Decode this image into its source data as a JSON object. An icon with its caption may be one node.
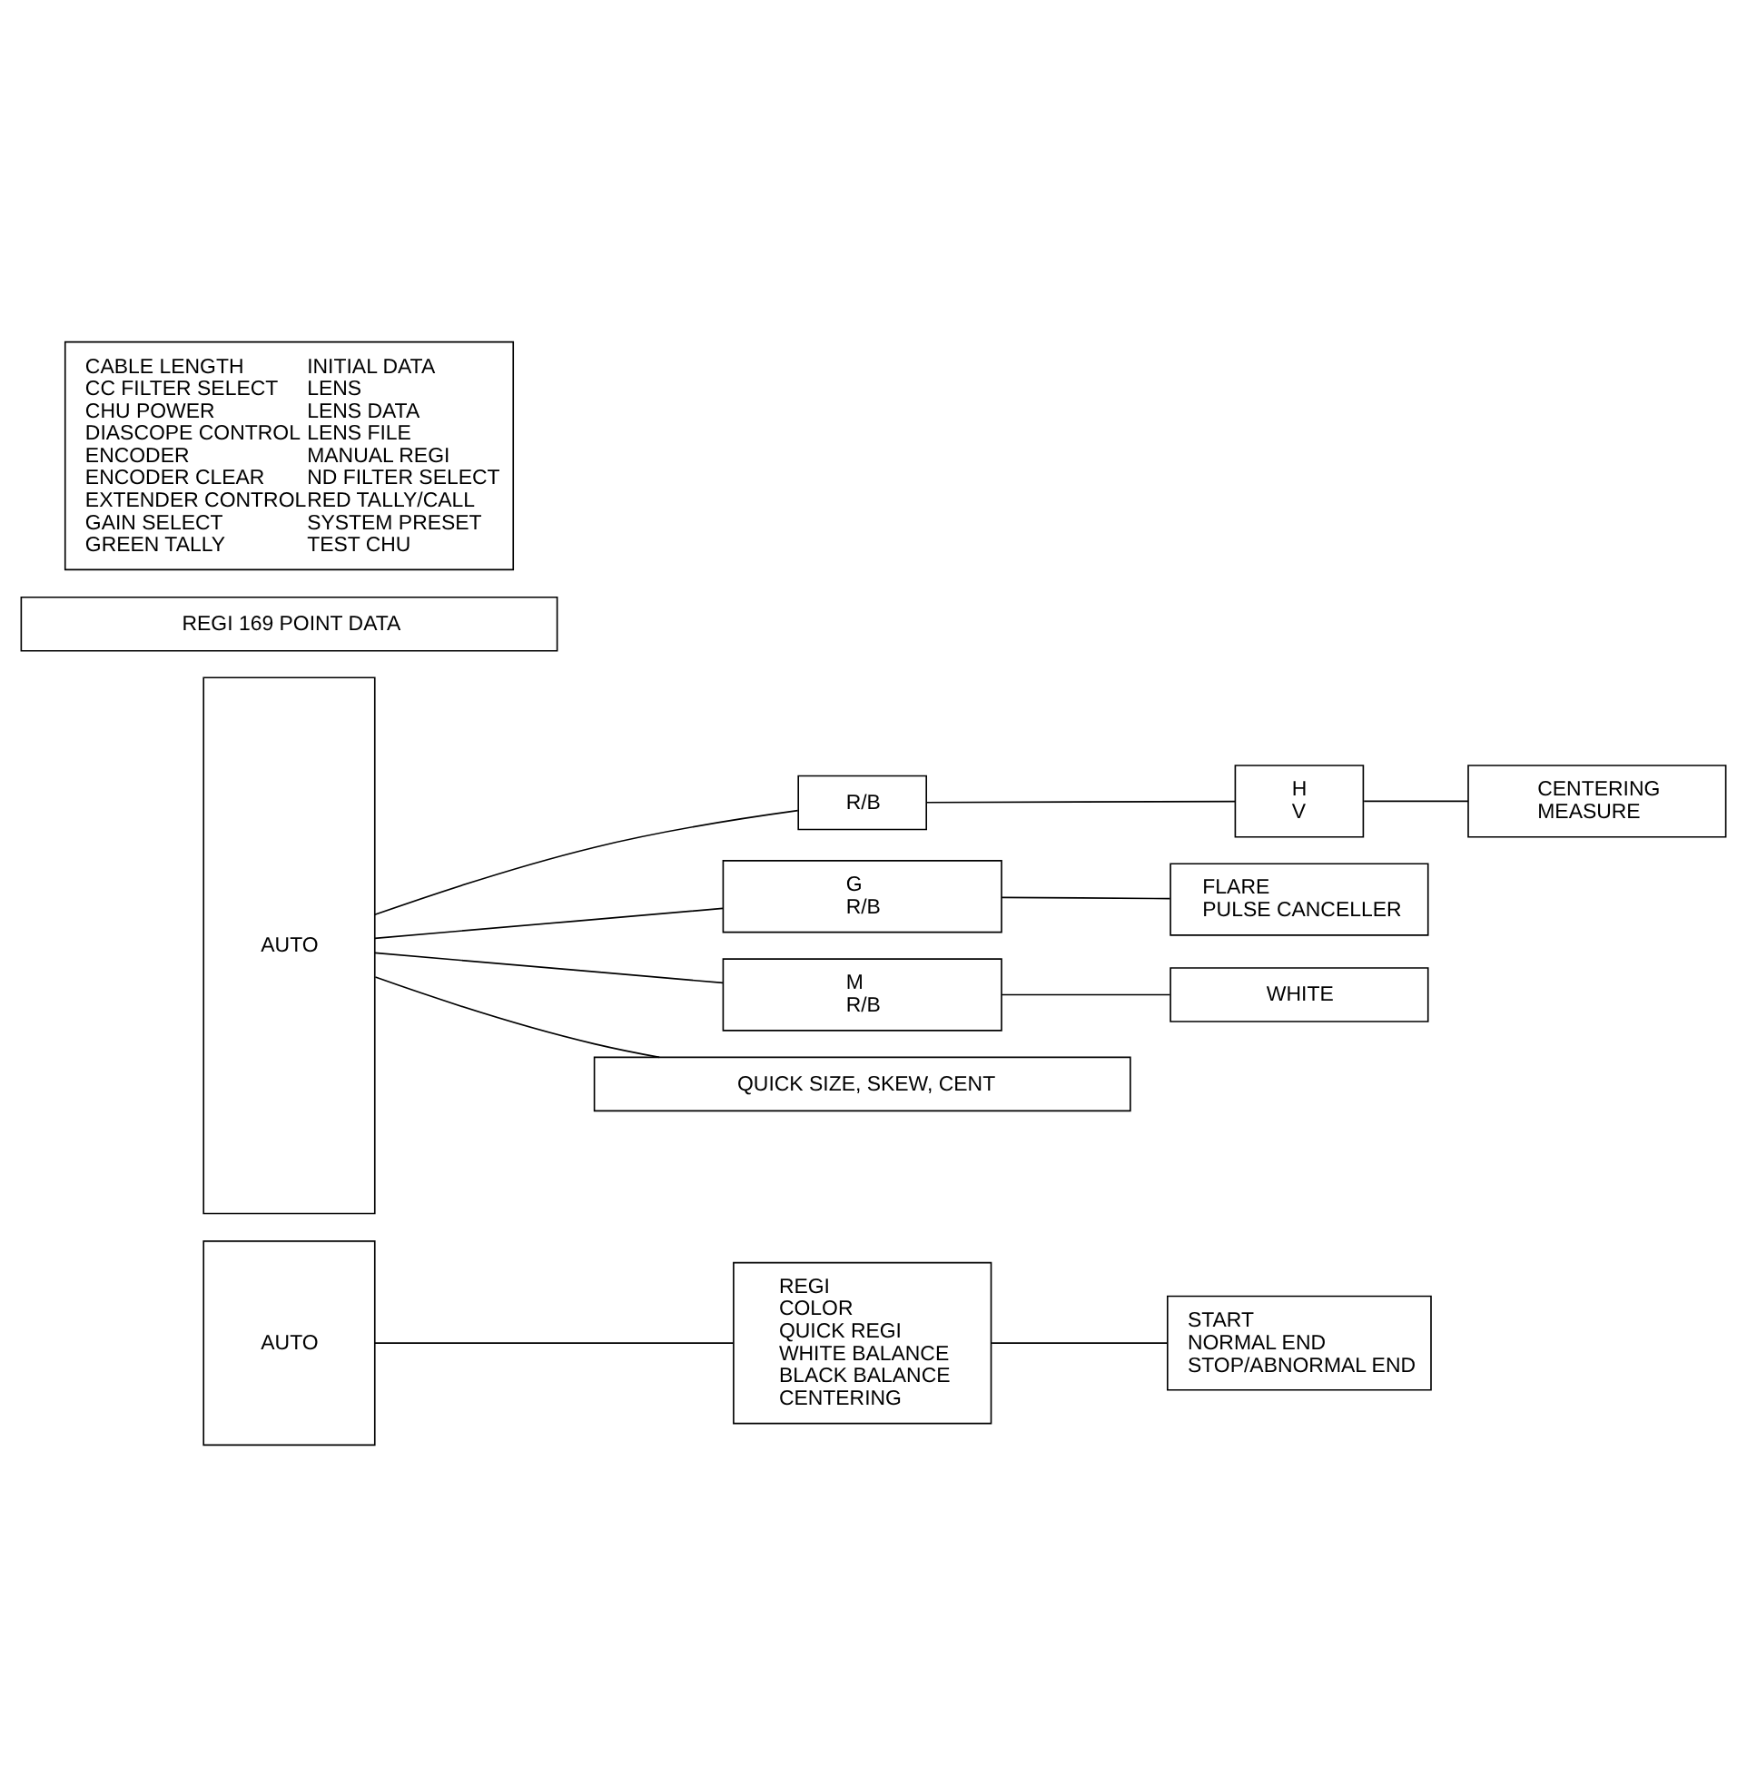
{
  "diagram": {
    "nodes": [
      {
        "text": [
          "AUTO"
        ]
      },
      {
        "text": [
          "REGI",
          "COLOR",
          "QUICK REGI",
          "WHITE BALANCE",
          "BLACK BALANCE",
          "CENTERING"
        ]
      },
      {
        "text": [
          "START",
          "NORMAL END",
          "STOP/ABNORMAL END"
        ]
      },
      {
        "text": [
          "AUTO"
        ]
      },
      {
        "text": [
          "R/B"
        ]
      },
      {
        "text": [
          "H",
          "V"
        ]
      },
      {
        "text": [
          "CENTERING",
          "MEASURE"
        ]
      },
      {
        "text": [
          "G",
          "R/B"
        ]
      },
      {
        "text": [
          "FLARE",
          "PULSE CANCELLER"
        ]
      },
      {
        "text": [
          "M",
          "R/B"
        ]
      },
      {
        "text": [
          "WHITE"
        ]
      },
      {
        "text": [
          "QUICK SIZE, SKEW, CENT"
        ]
      },
      {
        "text": [
          "REGI 169 POINT DATA"
        ]
      },
      {
        "text": [
          "CABLE LENGTH",
          "CC FILTER SELECT",
          "CHU POWER",
          "DIASCOPE CONTROL",
          "ENCODER",
          "ENCODER CLEAR",
          "EXTENDER CONTROL",
          "GAIN SELECT",
          "GREEN TALLY",
          "INITIAL DATA",
          "LENS",
          "LENS DATA",
          "LENS FILE",
          "MANUAL REGI",
          "ND FILTER SELECT",
          "RED TALLY/CALL",
          "SYSTEM PRESET",
          "TEST CHU"
        ]
      }
    ],
    "edges": [
      {
        "from": 0,
        "to": 1,
        "arrow": "none"
      },
      {
        "from": 1,
        "to": 2,
        "arrow": "none"
      },
      {
        "from": 3,
        "to": 4,
        "arrow": "none"
      },
      {
        "from": 4,
        "to": 5,
        "arrow": "none"
      },
      {
        "from": 5,
        "to": 6,
        "arrow": "none"
      },
      {
        "from": 3,
        "to": 7,
        "arrow": "none"
      },
      {
        "from": 7,
        "to": 8,
        "arrow": "none"
      },
      {
        "from": 3,
        "to": 9,
        "arrow": "none"
      },
      {
        "from": 9,
        "to": 10,
        "arrow": "none"
      },
      {
        "from": 3,
        "to": 11,
        "arrow": "none"
      }
    ]
  }
}
